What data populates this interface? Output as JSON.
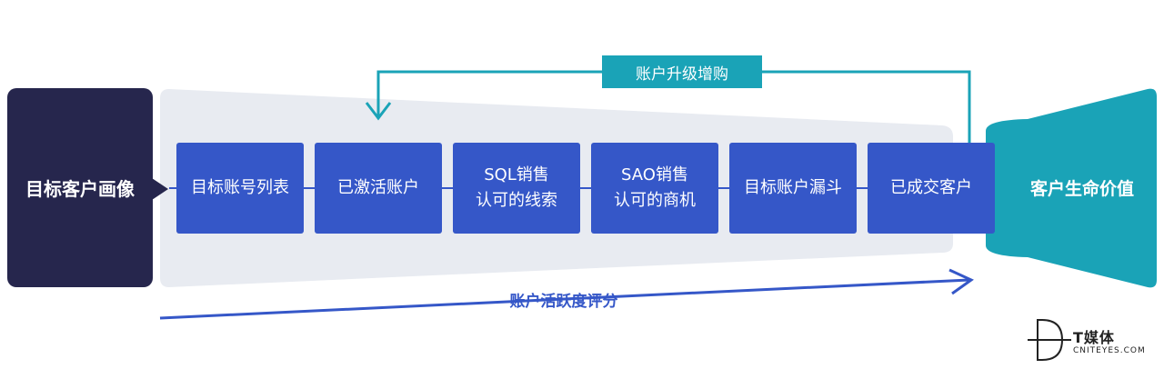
{
  "left_box": {
    "label": "目标客户画像"
  },
  "steps": [
    {
      "line1": "目标账号列表",
      "line2": ""
    },
    {
      "line1": "已激活账户",
      "line2": ""
    },
    {
      "line1": "SQL销售",
      "line2": "认可的线索"
    },
    {
      "line1": "SAO销售",
      "line2": "认可的商机"
    },
    {
      "line1": "目标账户漏斗",
      "line2": ""
    },
    {
      "line1": "已成交客户",
      "line2": ""
    }
  ],
  "right_box": {
    "label": "客户生命价值"
  },
  "upgrade": {
    "label": "账户升级增购"
  },
  "activity": {
    "label": "账户活跃度评分"
  },
  "logo": {
    "name": "T媒体",
    "sub": "CNITEYES.COM"
  },
  "colors": {
    "dark_navy": "#26264d",
    "step_blue": "#3557c8",
    "teal": "#1aa3b7",
    "funnel_gray": "#e8ebf1"
  }
}
